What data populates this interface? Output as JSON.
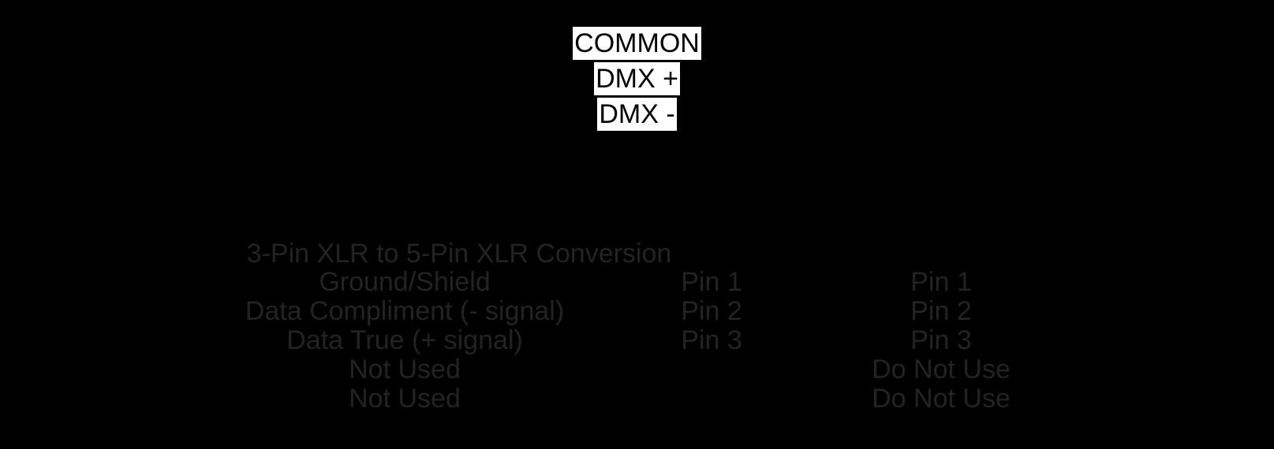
{
  "wire_labels": [
    "COMMON",
    "DMX +",
    "DMX -"
  ],
  "conversion": {
    "title": "3-Pin XLR to 5-Pin XLR Conversion",
    "rows": [
      {
        "function": "Ground/Shield",
        "pin3": "Pin 1",
        "pin5": "Pin 1"
      },
      {
        "function": "Data Compliment (- signal)",
        "pin3": "Pin 2",
        "pin5": "Pin 2"
      },
      {
        "function": "Data True (+ signal)",
        "pin3": "Pin 3",
        "pin5": "Pin 3"
      },
      {
        "function": "Not Used",
        "pin3": "",
        "pin5": "Do Not Use"
      },
      {
        "function": "Not Used",
        "pin3": "",
        "pin5": "Do Not Use"
      }
    ]
  },
  "colors": {
    "background": "#000000",
    "label_background": "#ffffff",
    "label_text": "#000000",
    "table_text": "#232323"
  }
}
